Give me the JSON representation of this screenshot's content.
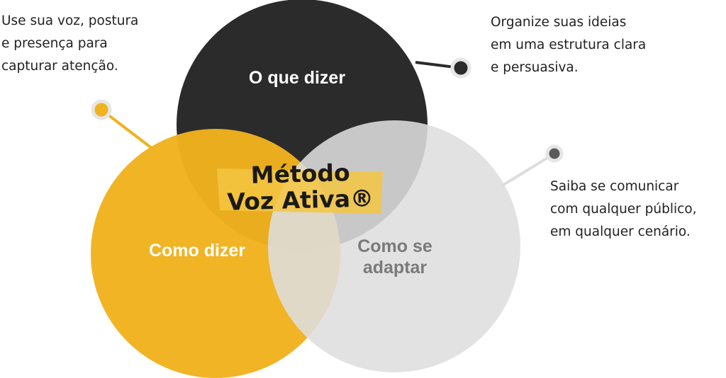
{
  "notes": {
    "left": [
      "Use sua voz, postura",
      "e presença para",
      "capturar atenção."
    ],
    "top_right": [
      "Organize suas ideias",
      "em uma estrutura clara",
      "e persuasiva."
    ],
    "right": [
      "Saiba se comunicar",
      "com qualquer público,",
      "em qualquer cenário."
    ]
  },
  "circles": {
    "top": {
      "label": "O que dizer",
      "color": "#2b2b2b"
    },
    "left": {
      "label": "Como dizer",
      "color": "#f0b21e"
    },
    "right": {
      "label_line1": "Como se",
      "label_line2": "adaptar",
      "color": "#e2e2e2"
    }
  },
  "center": {
    "line1": "Método",
    "line2": "Voz Ativa®",
    "highlight_color": "#f5c542"
  },
  "markers": {
    "left": "#f0b21e",
    "top_right": "#2b2b2b",
    "right": "#5a5a5a"
  }
}
